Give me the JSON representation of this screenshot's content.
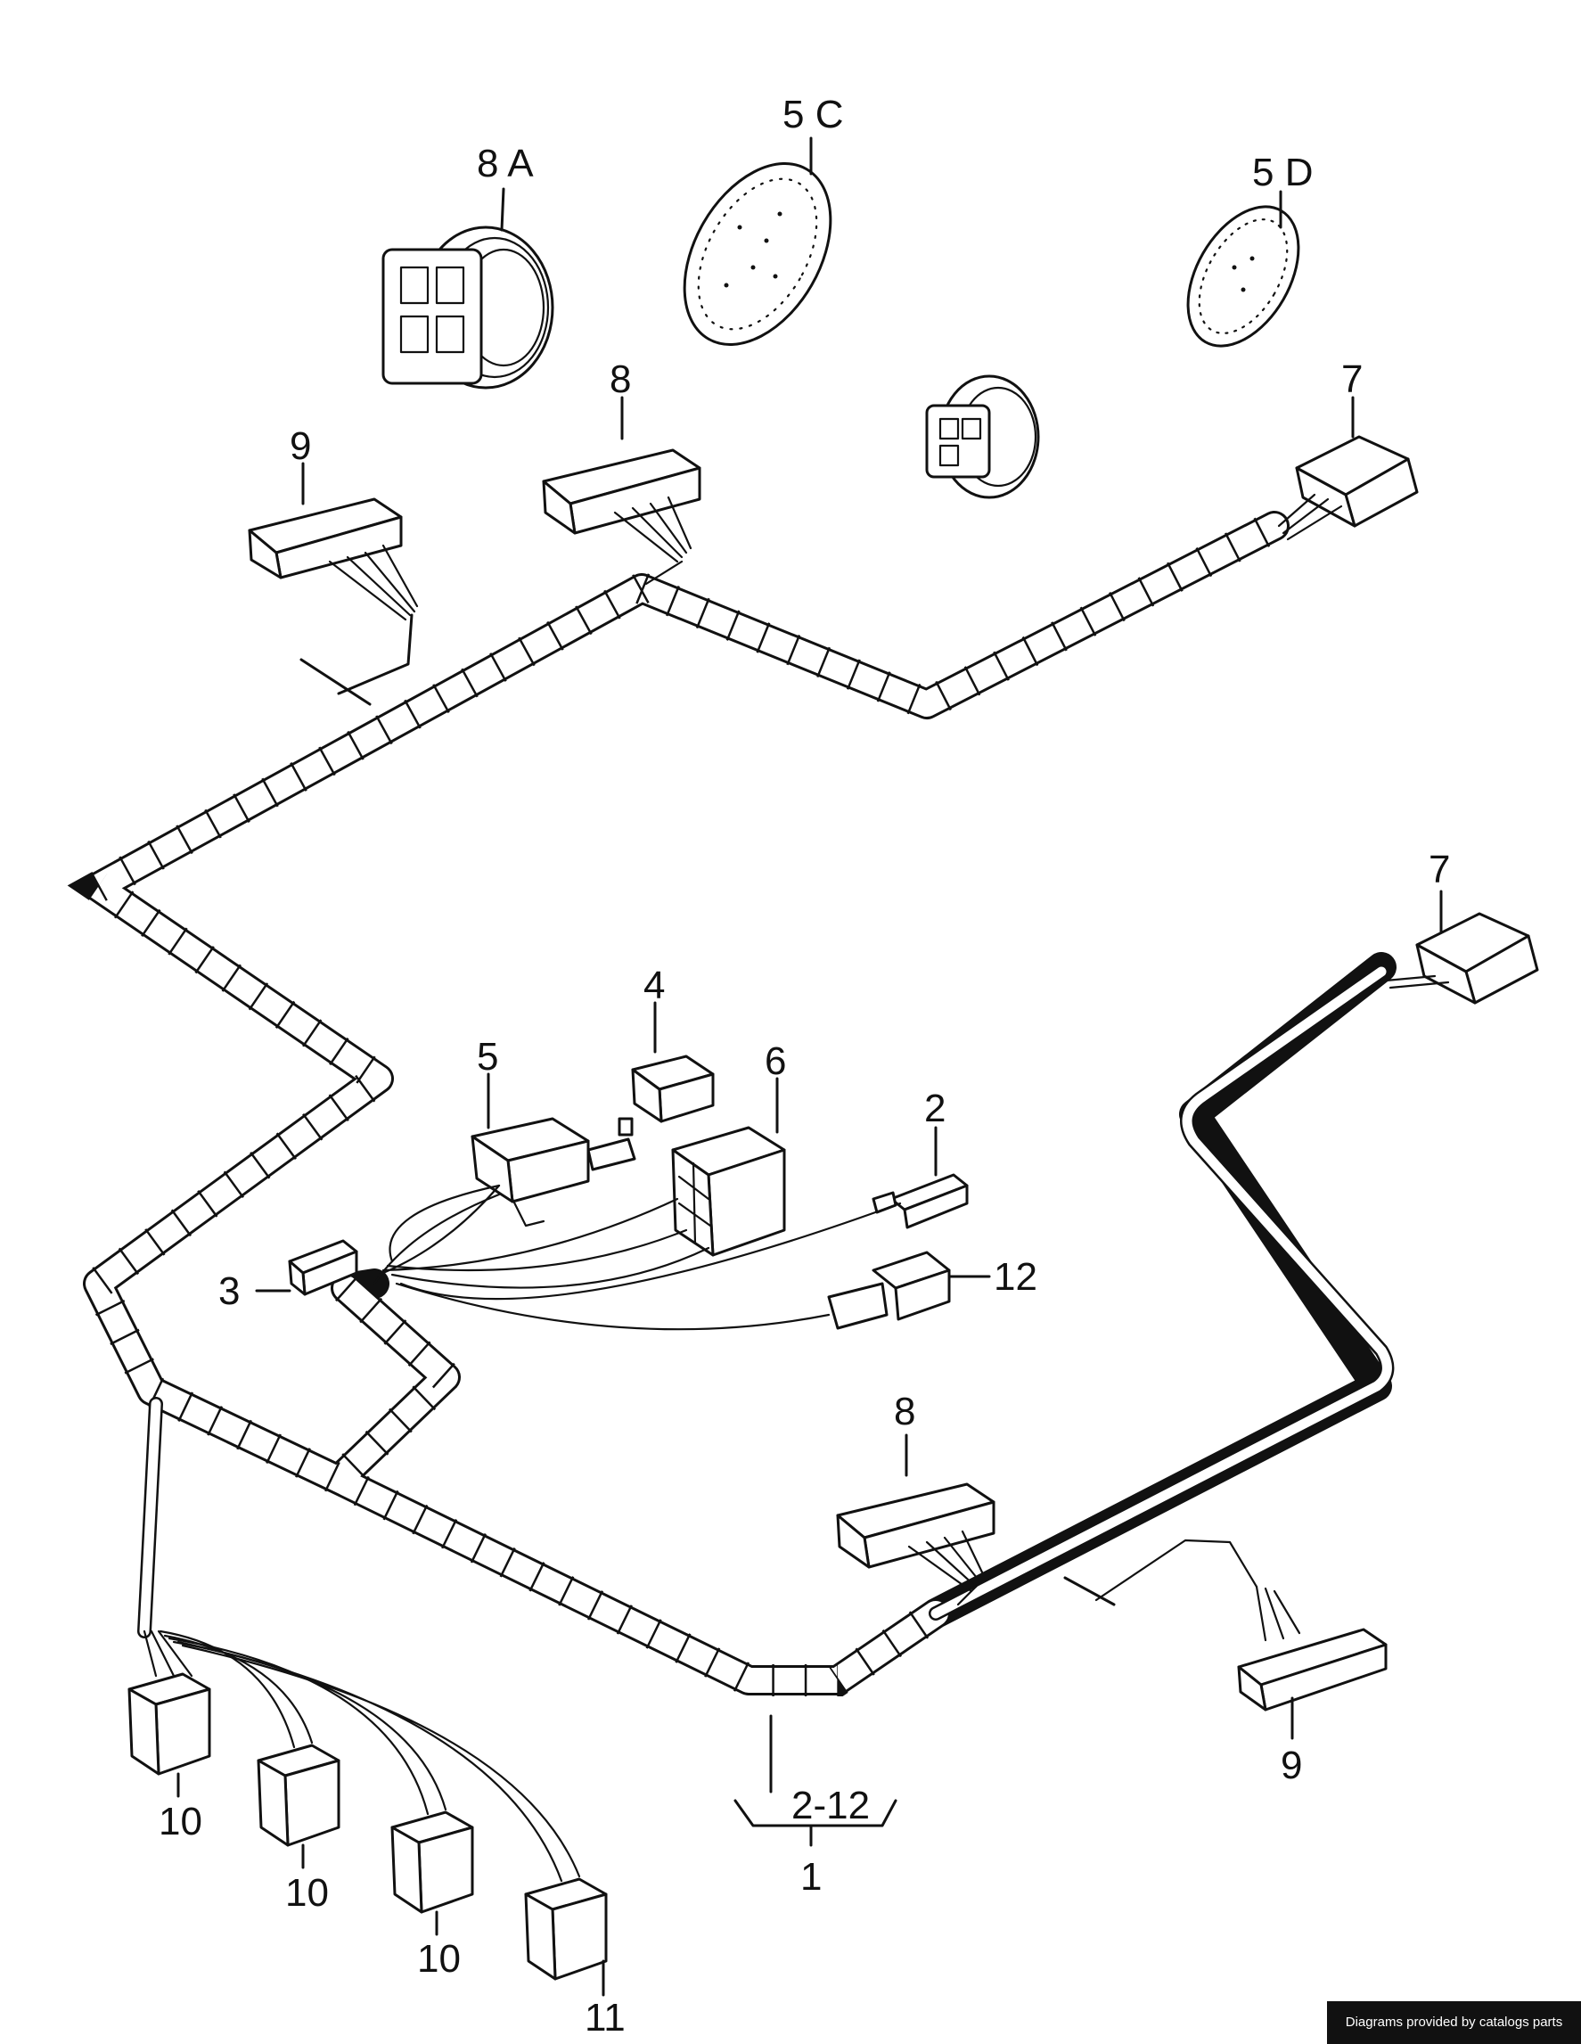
{
  "labels": {
    "part_8A": "8 A",
    "part_5C": "5 C",
    "part_5D": "5 D",
    "part_8_top": "8",
    "part_9_top": "9",
    "part_7_top": "7",
    "part_7_right": "7",
    "part_4": "4",
    "part_5": "5",
    "part_6": "6",
    "part_2": "2",
    "part_3": "3",
    "part_12": "12",
    "part_8_bottom": "8",
    "part_9_bottom": "9",
    "part_10_a": "10",
    "part_10_b": "10",
    "part_10_c": "10",
    "part_11": "11",
    "range": "2-12",
    "assembly": "1"
  },
  "footer": {
    "credit": "Diagrams provided by catalogs parts"
  }
}
